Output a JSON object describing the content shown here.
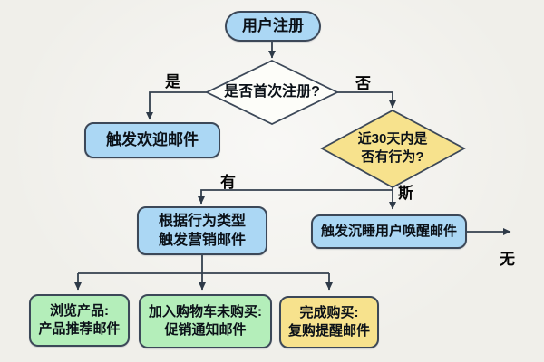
{
  "flowchart": {
    "nodes": {
      "start": {
        "label": "用户注册"
      },
      "decision_first_signup": {
        "label": "是否首次注册?"
      },
      "welcome_email": {
        "label": "触发欢迎邮件"
      },
      "decision_recent_activity": {
        "line1": "近30天内是",
        "line2": "否有行为?"
      },
      "marketing_email": {
        "line1": "根据行为类型",
        "line2": "触发营销邮件"
      },
      "dormant_wakeup_email": {
        "label": "触发沉睡用户唤醒邮件"
      },
      "browse_product": {
        "line1": "浏览产品:",
        "line2": "产品推荐邮件"
      },
      "cart_no_purchase": {
        "line1": "加入购物车未购买:",
        "line2": "促销通知邮件"
      },
      "purchase_done": {
        "line1": "完成购买:",
        "line2": "复购提醒邮件"
      }
    },
    "edge_labels": {
      "yes": "是",
      "no": "否",
      "has_activity": "有",
      "no_activity_down": "斯",
      "no_activity_right": "无"
    },
    "colors": {
      "node_blue": "#abd7f4",
      "node_yellow": "#f7e28d",
      "node_green": "#b4eeba",
      "node_white": "#fdfdf9",
      "border": "#3c4858",
      "line": "#34404e",
      "background": "#f0efea",
      "text": "#0b1118"
    }
  }
}
